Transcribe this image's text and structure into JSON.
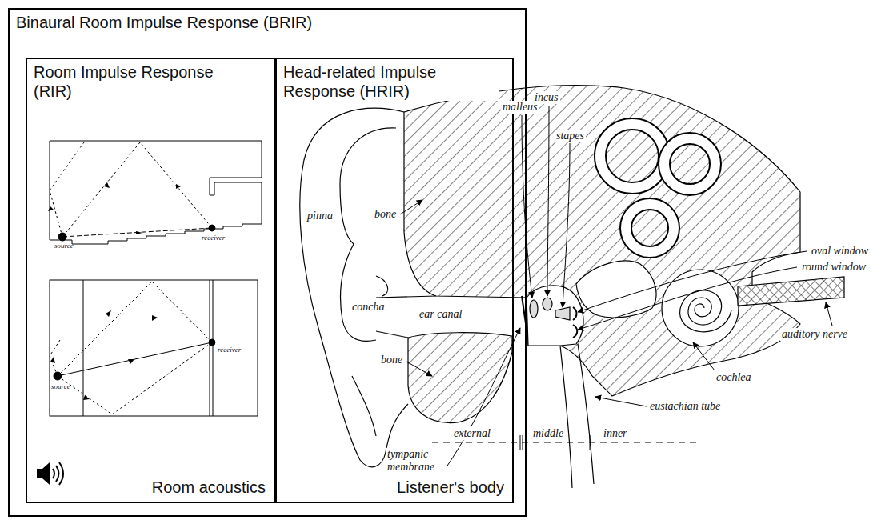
{
  "diagram": {
    "nodes": [
      {
        "text": [
          "Binaural Room Impulse Response (BRIR)"
        ]
      },
      {
        "text": [
          "Room Impulse Response (RIR)",
          "Room acoustics"
        ],
        "in": 0
      },
      {
        "text": [
          "Head-related Impulse Response (HRIR)",
          "Listener's body"
        ],
        "in": 0
      }
    ],
    "labels": [
      "source",
      "receiver",
      "source",
      "receiver",
      "pinna",
      "bone",
      "concha",
      "ear canal",
      "bone",
      "tympanic membrane",
      "malleus",
      "incus",
      "stapes",
      "oval window",
      "round window",
      "auditory nerve",
      "cochlea",
      "eustachian tube",
      "external",
      "middle",
      "inner"
    ]
  }
}
